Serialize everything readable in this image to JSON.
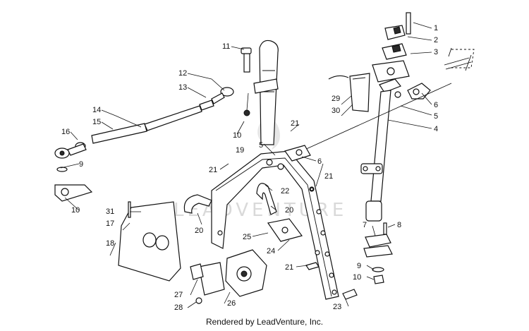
{
  "callouts": {
    "c1": "1",
    "c2": "2",
    "c3": "3",
    "c4": "4",
    "c5a": "5",
    "c5b": "5",
    "c6a": "6",
    "c6b": "6",
    "c7": "7",
    "c8": "8",
    "c9a": "9",
    "c9b": "9",
    "c10a": "10",
    "c10b": "10",
    "c10c": "10",
    "c11": "11",
    "c12": "12",
    "c13": "13",
    "c14": "14",
    "c15": "15",
    "c16": "16",
    "c17": "17",
    "c18": "18",
    "c19": "19",
    "c20a": "20",
    "c20b": "20",
    "c21a": "21",
    "c21b": "21",
    "c21c": "21",
    "c21d": "21",
    "c22": "22",
    "c23": "23",
    "c24": "24",
    "c25": "25",
    "c26": "26",
    "c27": "27",
    "c28": "28",
    "c29": "29",
    "c30": "30",
    "c31": "31"
  },
  "watermark": "LEADVENTURE",
  "footer": "Rendered by LeadVenture, Inc."
}
